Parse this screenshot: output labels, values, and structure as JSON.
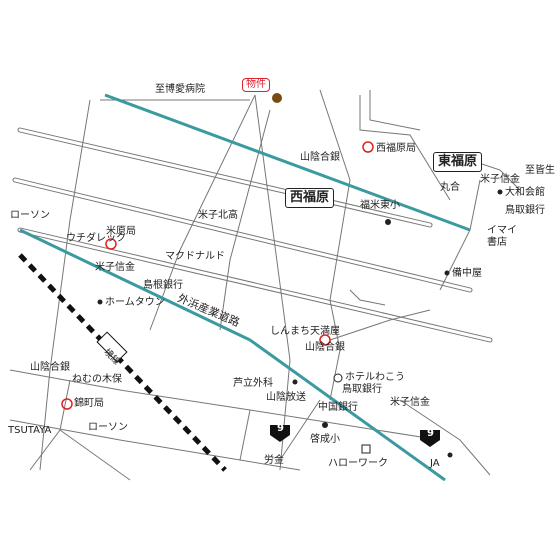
{
  "labels": {
    "target": "物件",
    "shihakuai_hospital": "至博愛病院",
    "nishifukuhara_po": "西福原局",
    "sanin_bank_1": "山陰合銀",
    "higashifukuhara": "東福原",
    "shihakusei": "至皆生",
    "yonago_shinkin_1": "米子信金",
    "marugo": "丸合",
    "daiwa_kaikan": "大和会館",
    "tottori_bank_1": "鳥取銀行",
    "imai_shoten": "イマイ\n書店",
    "nishifukuhara": "西福原",
    "fukuyone_higashi": "福米東小",
    "yonago_kita": "米子北高",
    "lawson_1": "ローソン",
    "uchida_rec": "ウチダレック",
    "yonago_po": "米原局",
    "mcdonalds": "マクドナルド",
    "yonago_shinkin_2": "米子信金",
    "shimane_bank": "島根銀行",
    "bicchuya": "備中屋",
    "home_town": "ホームタウン",
    "gaikan_road": "外浜産業道路",
    "shinmachi": "しんまち天満屋",
    "sanin_bank_2": "山陰合銀",
    "rail_sakai": "境線",
    "sanin_bank_3": "山陰合銀",
    "nemu_no_ki": "ねむの木保",
    "nishiki_po": "錦町局",
    "hotel_wakou": "ホテルわこう",
    "tottori_bank_2": "鳥取銀行",
    "ashidachi": "芦立外科",
    "sanin_hoso": "山陰放送",
    "chugoku_bank": "中国銀行",
    "yonago_shinkin_3": "米子信金",
    "tsutaya": "TSUTAYA",
    "lawson_2": "ローソン",
    "keisei": "啓成小",
    "route9_a": "9",
    "route9_b": "9",
    "rokin": "労金",
    "hellowork": "ハローワーク",
    "ja": "JA"
  },
  "colors": {
    "road": "#777777",
    "river": "#3a9aa0",
    "rail": "#111111",
    "post": "#d22222"
  }
}
